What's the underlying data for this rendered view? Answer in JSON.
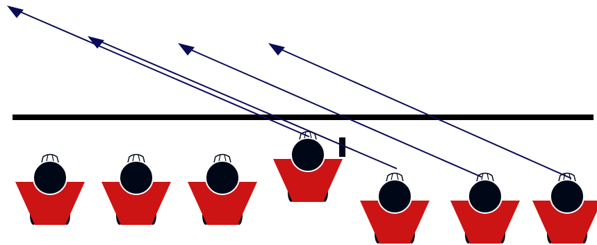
{
  "diagram": {
    "kind": "top-down-player-formation",
    "player_count": 7,
    "arrow_count": 4,
    "colors": {
      "background": "#ffffff",
      "line": "#000000",
      "arrow": "#0a0a5a",
      "player_body": "#cc1414",
      "player_head": "#000818",
      "player_feet": "#000818",
      "player_outline": "#ffffff"
    },
    "icons": {
      "player": "player-topdown-icon",
      "arrow_head": "triangle-arrowhead-icon",
      "marker": "marker-bar-icon"
    }
  }
}
